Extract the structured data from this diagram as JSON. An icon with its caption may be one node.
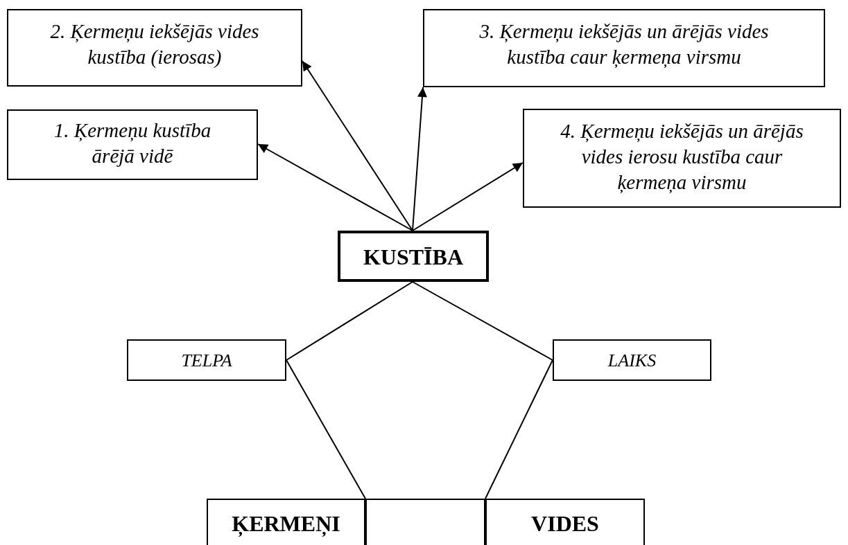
{
  "diagram": {
    "nodes": [
      {
        "text": [
          "2. Ķermeņu iekšējās vides kustība (ierosas)"
        ]
      },
      {
        "text": [
          "3. Ķermeņu iekšējās un ārējās  vides kustība caur ķermeņa virsmu"
        ]
      },
      {
        "text": [
          "1. Ķermeņu kustība ārējā vidē"
        ]
      },
      {
        "text": [
          "4. Ķermeņu iekšējās un ārējās vides ierosu kustība caur ķermeņa virsmu"
        ]
      },
      {
        "text": [
          "KUSTĪBA"
        ]
      },
      {
        "text": [
          "TELPA"
        ]
      },
      {
        "text": [
          "LAIKS"
        ]
      },
      {
        "text": [
          "ĶERMEŅI"
        ]
      },
      {
        "text": [],
        "shape": "box"
      },
      {
        "text": [
          "VIDES"
        ]
      }
    ],
    "edges": [
      {
        "from": 4,
        "to": 2,
        "arrow": "to"
      },
      {
        "from": 4,
        "to": 0,
        "arrow": "to"
      },
      {
        "from": 4,
        "to": 1,
        "arrow": "to"
      },
      {
        "from": 4,
        "to": 3,
        "arrow": "to"
      },
      {
        "from": 4,
        "to": 5,
        "arrow": "none"
      },
      {
        "from": 4,
        "to": 6,
        "arrow": "none"
      },
      {
        "from": 5,
        "to": 7,
        "arrow": "none"
      },
      {
        "from": 6,
        "to": 9,
        "arrow": "none"
      }
    ]
  }
}
